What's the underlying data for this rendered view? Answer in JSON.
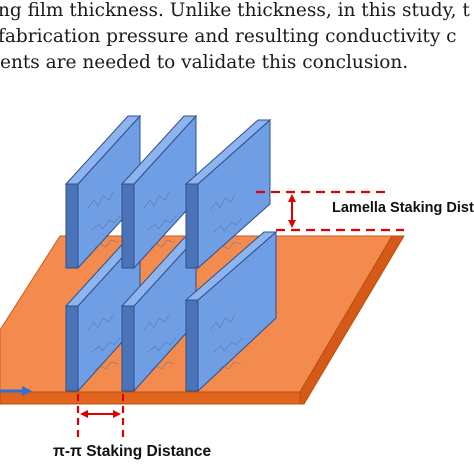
{
  "paragraph": {
    "lines": [
      "ng film thickness. Unlike thickness, in this study, t",
      " fabrication pressure and resulting conductivity c",
      "ents are needed to validate this conclusion."
    ]
  },
  "diagram": {
    "lamella_label": "Lamella Staking Dista",
    "pi_label": "π-π Staking Distance",
    "colors": {
      "substrate_top": "#f38b4e",
      "substrate_side": "#e2651f",
      "plate_front": "#6f9ee4",
      "plate_side": "#4a73b8",
      "plate_edge": "#2f4f8c",
      "dimension": "#e00000",
      "axis_arrow": "#2f6fd6"
    }
  }
}
